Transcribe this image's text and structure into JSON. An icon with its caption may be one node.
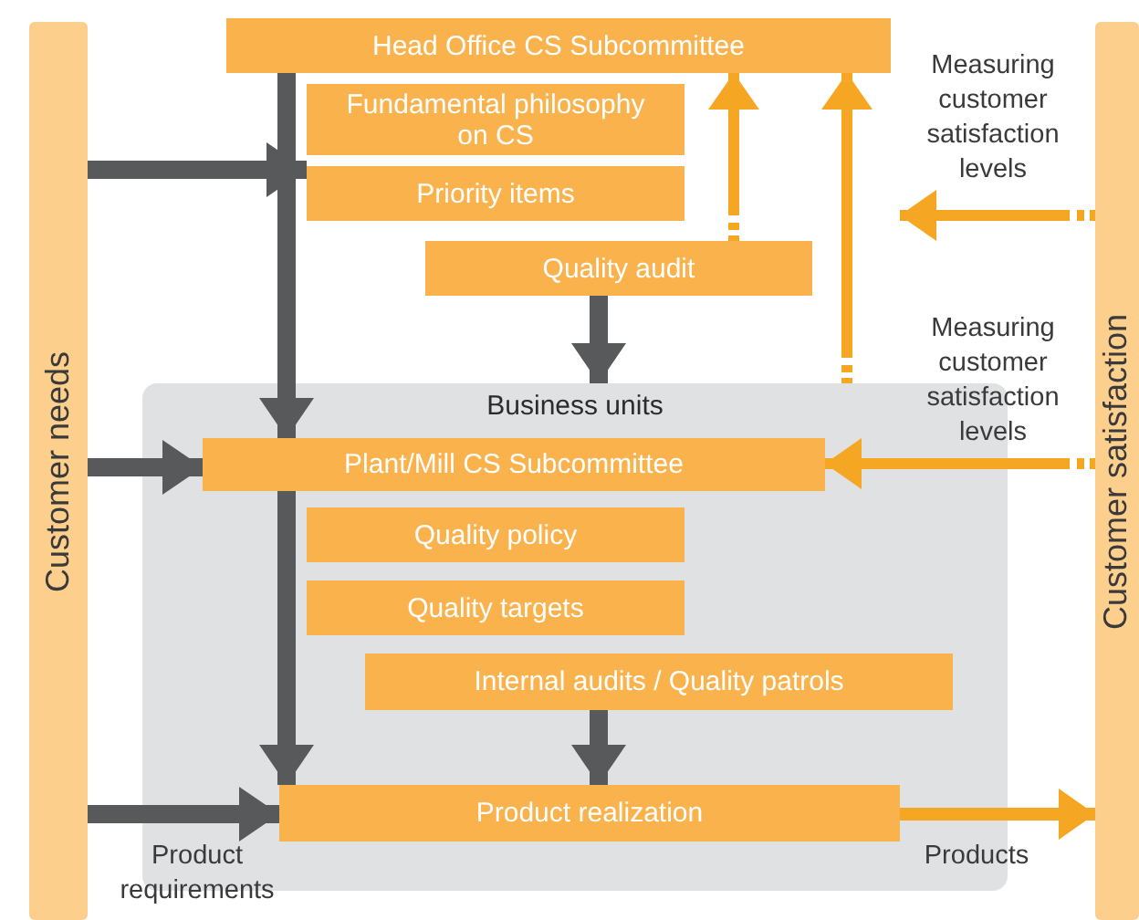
{
  "diagram": {
    "nodes": [
      {
        "text": [
          "Customer needs"
        ]
      },
      {
        "text": [
          "Customer satisfaction"
        ]
      },
      {
        "text": [
          "Head Office CS Subcommittee"
        ]
      },
      {
        "text": [
          "Fundamental philosophy on CS"
        ]
      },
      {
        "text": [
          "Priority items"
        ]
      },
      {
        "text": [
          "Quality audit"
        ]
      },
      {
        "text": [
          "Business units"
        ]
      },
      {
        "text": [
          "Plant/Mill CS Subcommittee"
        ],
        "in": 6
      },
      {
        "text": [
          "Quality policy"
        ],
        "in": 6
      },
      {
        "text": [
          "Quality targets"
        ],
        "in": 6
      },
      {
        "text": [
          "Internal audits / Quality patrols"
        ],
        "in": 6
      },
      {
        "text": [
          "Product realization"
        ],
        "in": 6
      }
    ],
    "edges": [
      {
        "from": 0,
        "to": 4,
        "arrow": "to"
      },
      {
        "from": 2,
        "to": 7,
        "arrow": "to"
      },
      {
        "from": 5,
        "to": 6,
        "arrow": "to"
      },
      {
        "from": 5,
        "to": 2,
        "arrow": "to",
        "style": "dashed",
        "color": "#f5a623"
      },
      {
        "from": 6,
        "to": 2,
        "arrow": "to",
        "style": "dashed",
        "color": "#f5a623"
      },
      {
        "from": 1,
        "to": null,
        "arrow": "to",
        "style": "dashed",
        "color": "#f5a623",
        "label": "Measuring customer satisfaction levels"
      },
      {
        "from": 1,
        "to": 7,
        "arrow": "to",
        "style": "dashed",
        "color": "#f5a623",
        "label": "Measuring customer satisfaction levels"
      },
      {
        "from": 0,
        "to": 7,
        "arrow": "to"
      },
      {
        "from": 7,
        "to": 11,
        "arrow": "to"
      },
      {
        "from": 10,
        "to": 11,
        "arrow": "to"
      },
      {
        "from": 0,
        "to": 11,
        "arrow": "to",
        "label": "Product requirements"
      },
      {
        "from": 11,
        "to": 1,
        "arrow": "to",
        "color": "#f5a623",
        "label": "Products"
      }
    ]
  }
}
